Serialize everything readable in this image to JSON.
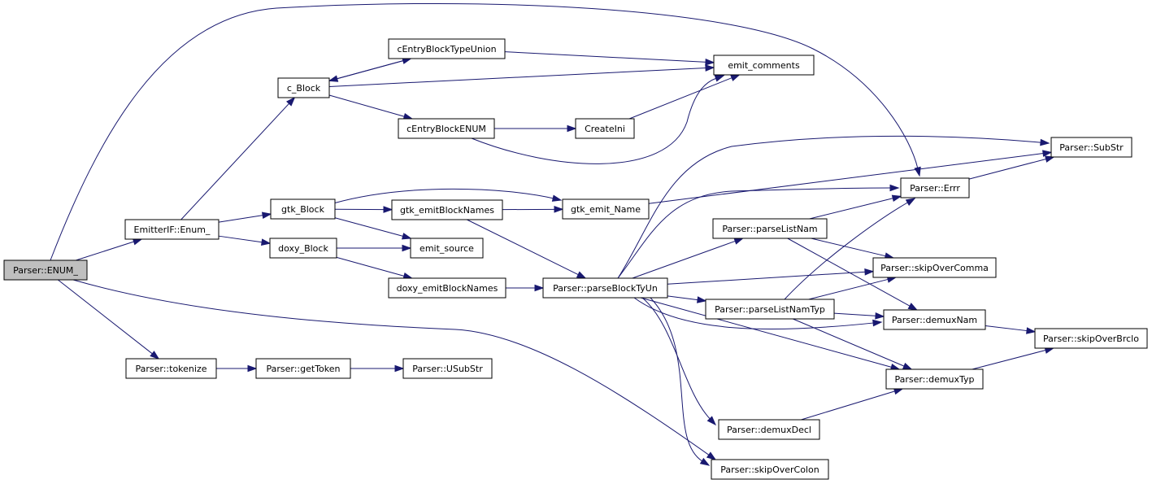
{
  "graph": {
    "nodes": [
      {
        "id": "enum_",
        "label": "Parser::ENUM_",
        "root": true
      },
      {
        "id": "emitterif_enum",
        "label": "EmitterIF::Enum_"
      },
      {
        "id": "tokenize",
        "label": "Parser::tokenize"
      },
      {
        "id": "c_block",
        "label": "c_Block"
      },
      {
        "id": "gtk_block",
        "label": "gtk_Block"
      },
      {
        "id": "doxy_block",
        "label": "doxy_Block"
      },
      {
        "id": "centry_union",
        "label": "cEntryBlockTypeUnion"
      },
      {
        "id": "centry_enum",
        "label": "cEntryBlockENUM"
      },
      {
        "id": "gtk_emitblocknames",
        "label": "gtk_emitBlockNames"
      },
      {
        "id": "emit_source",
        "label": "emit_source"
      },
      {
        "id": "doxy_emitblocknames",
        "label": "doxy_emitBlockNames"
      },
      {
        "id": "gettoken",
        "label": "Parser::getToken"
      },
      {
        "id": "usubstr",
        "label": "Parser::USubStr"
      },
      {
        "id": "emit_comments",
        "label": "emit_comments"
      },
      {
        "id": "createini",
        "label": "CreateIni"
      },
      {
        "id": "gtk_emit_name",
        "label": "gtk_emit_Name"
      },
      {
        "id": "parseblocktyun",
        "label": "Parser::parseBlockTyUn"
      },
      {
        "id": "parselistnam",
        "label": "Parser::parseListNam"
      },
      {
        "id": "parselistnamtyp",
        "label": "Parser::parseListNamTyp"
      },
      {
        "id": "demuxdecl",
        "label": "Parser::demuxDecl"
      },
      {
        "id": "skipovercolon",
        "label": "Parser::skipOverColon"
      },
      {
        "id": "errr",
        "label": "Parser::Errr"
      },
      {
        "id": "skipovercomma",
        "label": "Parser::skipOverComma"
      },
      {
        "id": "demuxnam",
        "label": "Parser::demuxNam"
      },
      {
        "id": "demuxtyp",
        "label": "Parser::demuxTyp"
      },
      {
        "id": "substr",
        "label": "Parser::SubStr"
      },
      {
        "id": "skipoverbrclo",
        "label": "Parser::skipOverBrclo"
      }
    ],
    "edges": [
      {
        "from": "enum_",
        "to": "emitterif_enum"
      },
      {
        "from": "enum_",
        "to": "tokenize"
      },
      {
        "from": "enum_",
        "to": "errr"
      },
      {
        "from": "enum_",
        "to": "skipovercolon"
      },
      {
        "from": "emitterif_enum",
        "to": "c_block"
      },
      {
        "from": "emitterif_enum",
        "to": "gtk_block"
      },
      {
        "from": "emitterif_enum",
        "to": "doxy_block"
      },
      {
        "from": "c_block",
        "to": "centry_union"
      },
      {
        "from": "c_block",
        "to": "emit_comments"
      },
      {
        "from": "c_block",
        "to": "centry_enum"
      },
      {
        "from": "centry_union",
        "to": "c_block"
      },
      {
        "from": "centry_union",
        "to": "emit_comments"
      },
      {
        "from": "centry_enum",
        "to": "createini"
      },
      {
        "from": "centry_enum",
        "to": "emit_comments"
      },
      {
        "from": "createini",
        "to": "emit_comments"
      },
      {
        "from": "gtk_block",
        "to": "gtk_emitblocknames"
      },
      {
        "from": "gtk_block",
        "to": "emit_source"
      },
      {
        "from": "gtk_block",
        "to": "gtk_emit_name"
      },
      {
        "from": "gtk_emitblocknames",
        "to": "gtk_emit_name"
      },
      {
        "from": "gtk_emitblocknames",
        "to": "parseblocktyun"
      },
      {
        "from": "gtk_emit_name",
        "to": "substr"
      },
      {
        "from": "doxy_block",
        "to": "emit_source"
      },
      {
        "from": "doxy_block",
        "to": "doxy_emitblocknames"
      },
      {
        "from": "doxy_emitblocknames",
        "to": "parseblocktyun"
      },
      {
        "from": "tokenize",
        "to": "gettoken"
      },
      {
        "from": "gettoken",
        "to": "usubstr"
      },
      {
        "from": "parseblocktyun",
        "to": "errr"
      },
      {
        "from": "parseblocktyun",
        "to": "substr"
      },
      {
        "from": "parseblocktyun",
        "to": "parselistnam"
      },
      {
        "from": "parseblocktyun",
        "to": "skipovercomma"
      },
      {
        "from": "parseblocktyun",
        "to": "parselistnamtyp"
      },
      {
        "from": "parseblocktyun",
        "to": "demuxnam"
      },
      {
        "from": "parseblocktyun",
        "to": "demuxtyp"
      },
      {
        "from": "parseblocktyun",
        "to": "demuxdecl"
      },
      {
        "from": "parseblocktyun",
        "to": "skipovercolon"
      },
      {
        "from": "parselistnam",
        "to": "errr"
      },
      {
        "from": "parselistnam",
        "to": "skipovercomma"
      },
      {
        "from": "parselistnam",
        "to": "demuxnam"
      },
      {
        "from": "parselistnamtyp",
        "to": "errr"
      },
      {
        "from": "parselistnamtyp",
        "to": "skipovercomma"
      },
      {
        "from": "parselistnamtyp",
        "to": "demuxnam"
      },
      {
        "from": "parselistnamtyp",
        "to": "demuxtyp"
      },
      {
        "from": "errr",
        "to": "substr"
      },
      {
        "from": "demuxnam",
        "to": "skipoverbrclo"
      },
      {
        "from": "demuxtyp",
        "to": "skipoverbrclo"
      },
      {
        "from": "demuxdecl",
        "to": "demuxtyp"
      }
    ]
  },
  "colors": {
    "edge": "#191970",
    "node_border": "#000000",
    "node_fill": "#ffffff",
    "root_fill": "#bfbfbf"
  }
}
